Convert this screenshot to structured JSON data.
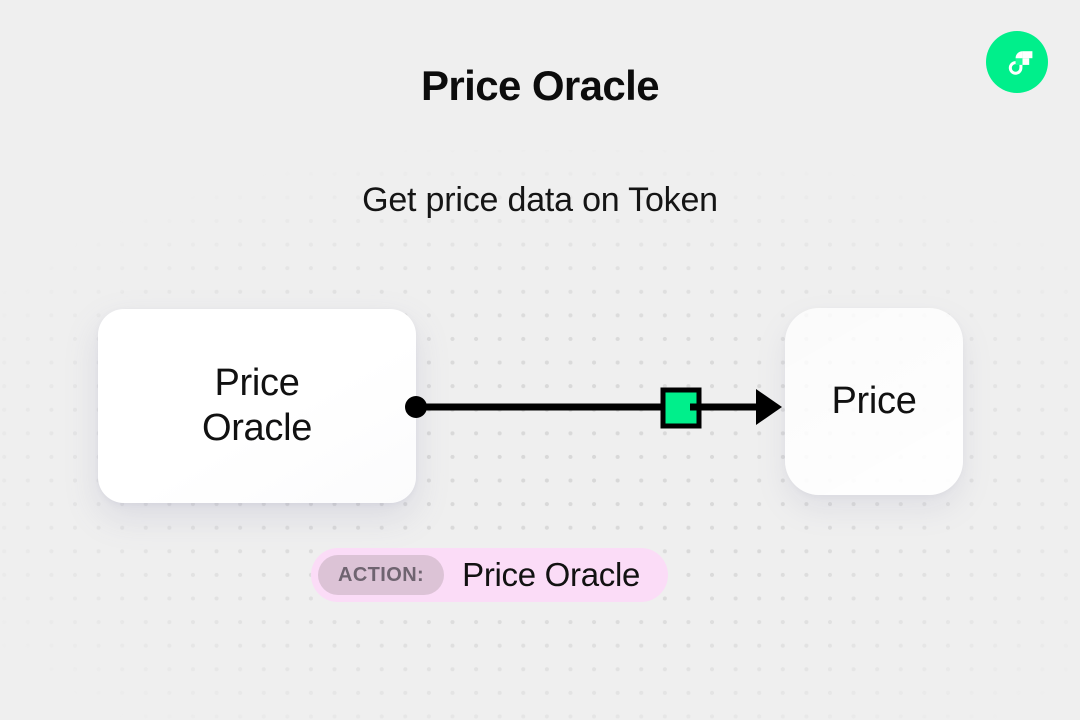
{
  "page": {
    "title": "Price Oracle",
    "subtitle": "Get price data on Token",
    "background_color": "#efefef",
    "dot_grid_color": "#d8d8d8"
  },
  "brand": {
    "logo_name": "flow-logo-icon",
    "logo_color": "#00ef8b",
    "logo_mark_color": "#ffffff",
    "logo_accent_color": "#16ff99"
  },
  "diagram": {
    "type": "flow",
    "nodes": [
      {
        "id": "source",
        "label": "Price\nOracle",
        "name": "node-price-oracle"
      },
      {
        "id": "output",
        "label": "Price",
        "name": "node-price"
      }
    ],
    "connector": {
      "start_marker": "dot",
      "end_marker": "arrow",
      "mid_marker": "square",
      "mid_marker_color": "#00ef8b",
      "line_color": "#000000"
    }
  },
  "action": {
    "tag_label": "ACTION:",
    "value": "Price Oracle",
    "pill_color": "#fbdcf7",
    "tag_color": "#dcc3d6"
  }
}
